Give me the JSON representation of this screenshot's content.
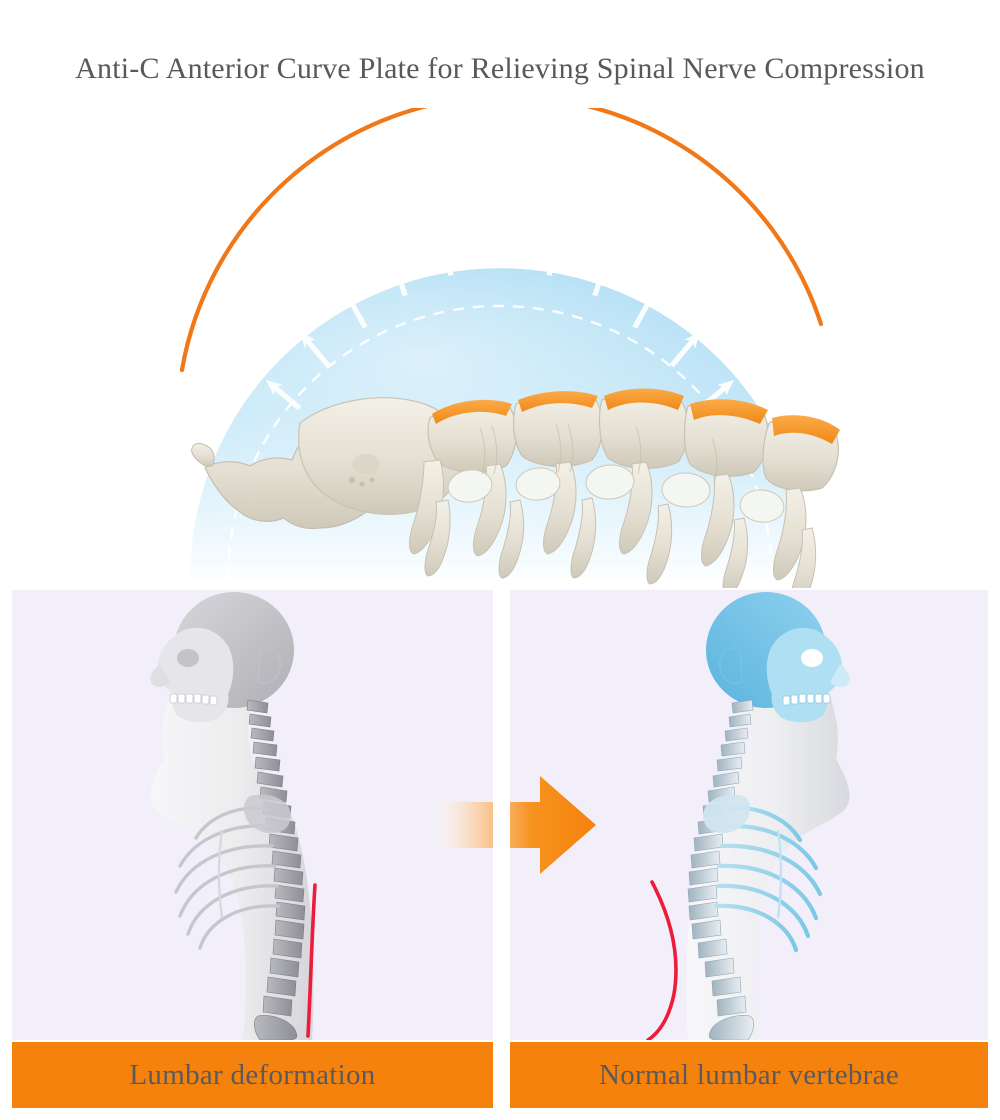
{
  "header": {
    "title": "Anti-C Anterior Curve Plate for Relieving Spinal Nerve Compression"
  },
  "hero": {
    "alt": "Lumbar spine model resting on a curved anterior curve plate inside a blue dome with upward arrows",
    "dome_arc_color": "#f07818",
    "dome_fill_top": "#9ed7f2",
    "dome_fill_bottom": "#f4fbfe",
    "dashed_arc_color": "#ffffff",
    "disc_color": "#f5921f",
    "bone_color": "#e8e4da",
    "plate_color": "#f4efd2",
    "arrow_count": "12"
  },
  "comparison": {
    "arrow": {
      "name": "transition-arrow",
      "color_start": "#ffffff",
      "color_end": "#f5820c"
    },
    "panels": [
      {
        "id": "lumbar-deformation",
        "caption": "Lumbar deformation",
        "background": "#f2effb",
        "skeleton_tint": "#b9b9bd",
        "guide_line_color": "#ed1c3a",
        "guide_line_shape": "straight",
        "facing": "left"
      },
      {
        "id": "normal-lumbar-vertebrae",
        "caption": "Normal lumbar vertebrae",
        "background": "#f2effb",
        "skeleton_tint": "#6fc4e8",
        "guide_line_color": "#ed1c3a",
        "guide_line_shape": "curved",
        "facing": "right"
      }
    ]
  },
  "colors": {
    "accent_orange": "#f5820c",
    "arc_orange": "#f07818",
    "title_gray": "#595959",
    "panel_lavender": "#f2effb",
    "red_guide": "#ed1c3a",
    "page_background": "#ffffff"
  }
}
